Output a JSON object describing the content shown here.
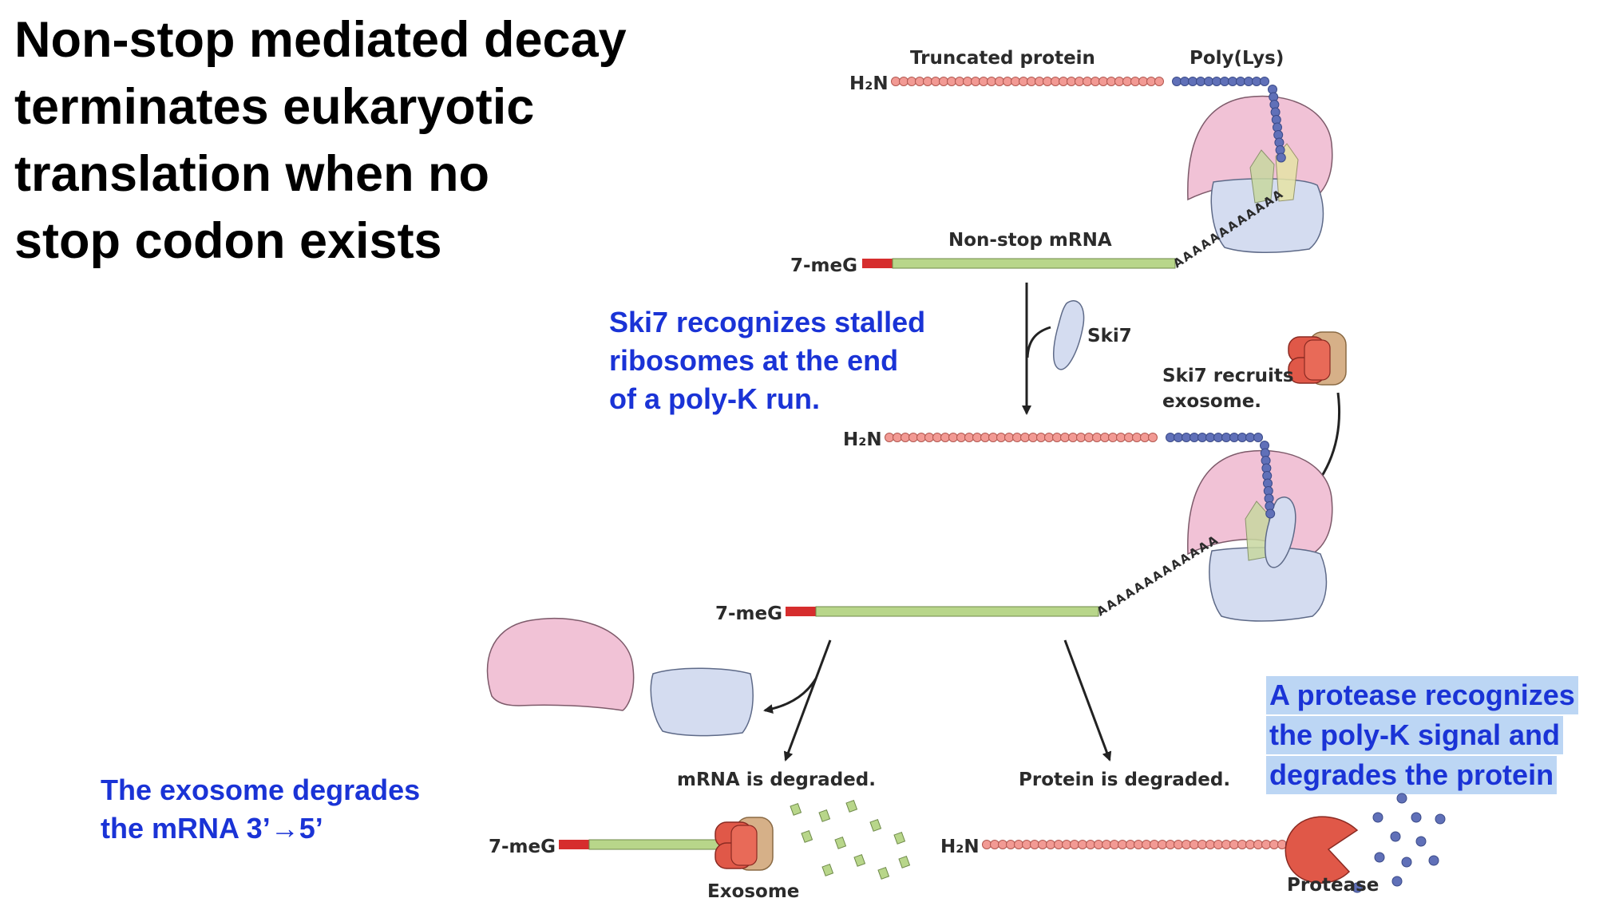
{
  "title_lines": [
    "Non-stop mediated decay",
    "terminates eukaryotic",
    "translation when no",
    "stop codon exists"
  ],
  "notes": {
    "ski7": [
      "Ski7 recognizes stalled",
      "ribosomes at the end",
      "of a poly-K run."
    ],
    "exosome": [
      "The exosome degrades",
      "the mRNA 3’→5’"
    ],
    "protease": [
      "A protease recognizes",
      "the poly-K signal and",
      "degrades the protein"
    ]
  },
  "labels": {
    "truncated_protein": "Truncated protein",
    "poly_lys": "Poly(Lys)",
    "h2n": "H₂N",
    "nonstop_mrna": "Non-stop mRNA",
    "cap": "7-meG",
    "ski7": "Ski7",
    "ski7_recruits": [
      "Ski7 recruits",
      "exosome."
    ],
    "mrna_degraded": "mRNA is degraded.",
    "protein_degraded": "Protein is degraded.",
    "exosome": "Exosome",
    "protease": "Protease",
    "polyA_top": "AAAAAAAAAAAA",
    "polyA_mid": "AAAAAAAAAAAAA"
  },
  "colors": {
    "note_text": "#1a33d6",
    "highlight": "#bcd6f4",
    "protein_bead": "#f29a94",
    "polylys_bead": "#6070b8",
    "mrna": "#b8d68a",
    "cap": "#d62d2d",
    "large_subunit": "#f1c2d6",
    "small_subunit": "#d4dcf0",
    "exosome": "#e05848"
  }
}
